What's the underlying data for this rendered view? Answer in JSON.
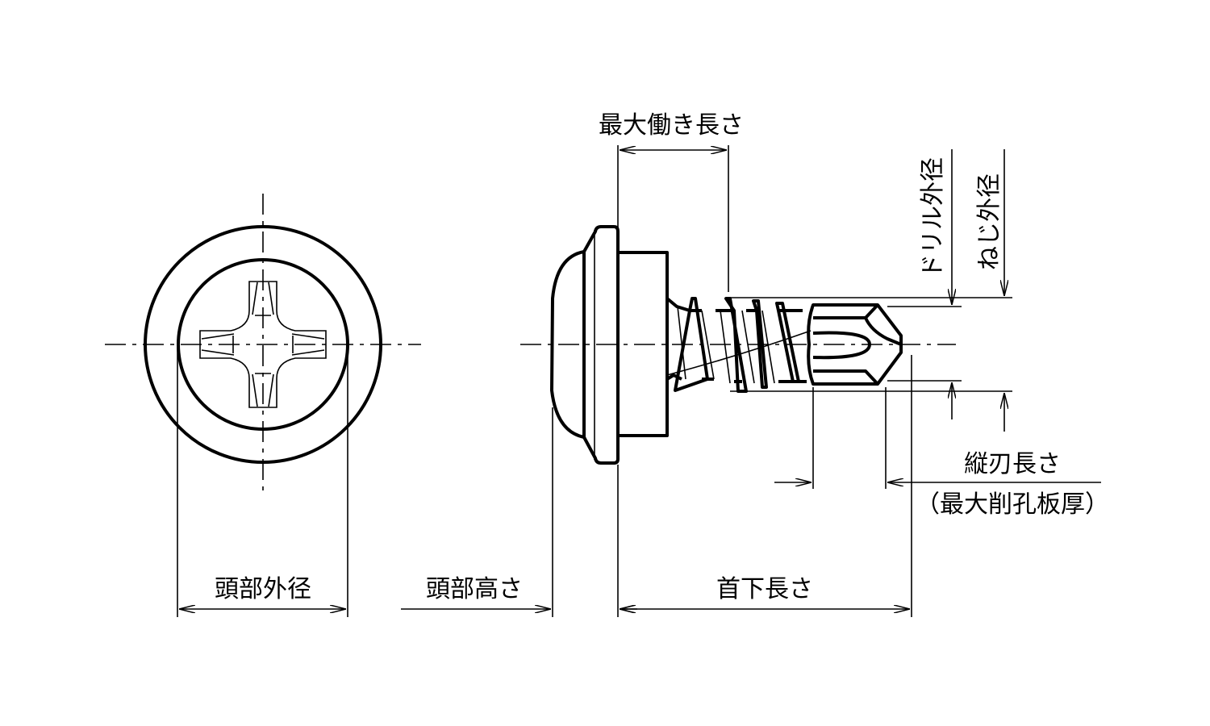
{
  "labels": {
    "max_working_length": "最大働き長さ",
    "drill_diameter": "ドリル外径",
    "thread_diameter": "ねじ外径",
    "flute_length": "縦刃長さ",
    "max_drill_plate_thickness": "（最大削孔板厚）",
    "head_diameter": "頭部外径",
    "head_height": "頭部高さ",
    "length_under_head": "首下長さ"
  }
}
